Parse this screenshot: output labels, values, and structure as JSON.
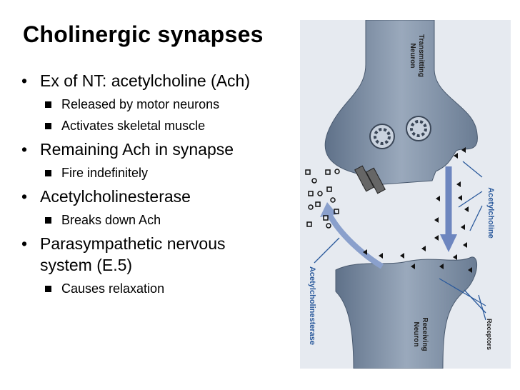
{
  "slide": {
    "title": "Cholinergic synapses",
    "bullets": [
      {
        "text": "Ex of NT: acetylcholine (Ach)",
        "sub": [
          "Released by motor neurons",
          "Activates skeletal muscle"
        ]
      },
      {
        "text": "Remaining Ach in synapse",
        "sub": [
          "Fire indefinitely"
        ]
      },
      {
        "text": "Acetylcholinesterase",
        "sub": [
          "Breaks down Ach"
        ]
      },
      {
        "text": "Parasympathetic nervous",
        "text2": "system (E.5)",
        "sub": [
          "Causes relaxation"
        ]
      }
    ]
  },
  "diagram": {
    "labels": {
      "transmitting_1": "Transmitting",
      "transmitting_2": "Neuron",
      "receiving_1": "Receiving",
      "receiving_2": "Neuron",
      "acetylcholine": "Acetylcholine",
      "acetylcholinesterase": "Acetylcholinesterase",
      "receptors": "Receptors"
    },
    "colors": {
      "neuron": "#7d8ea3",
      "arrow": "#6d86bf",
      "background": "#e6eaf0"
    }
  }
}
